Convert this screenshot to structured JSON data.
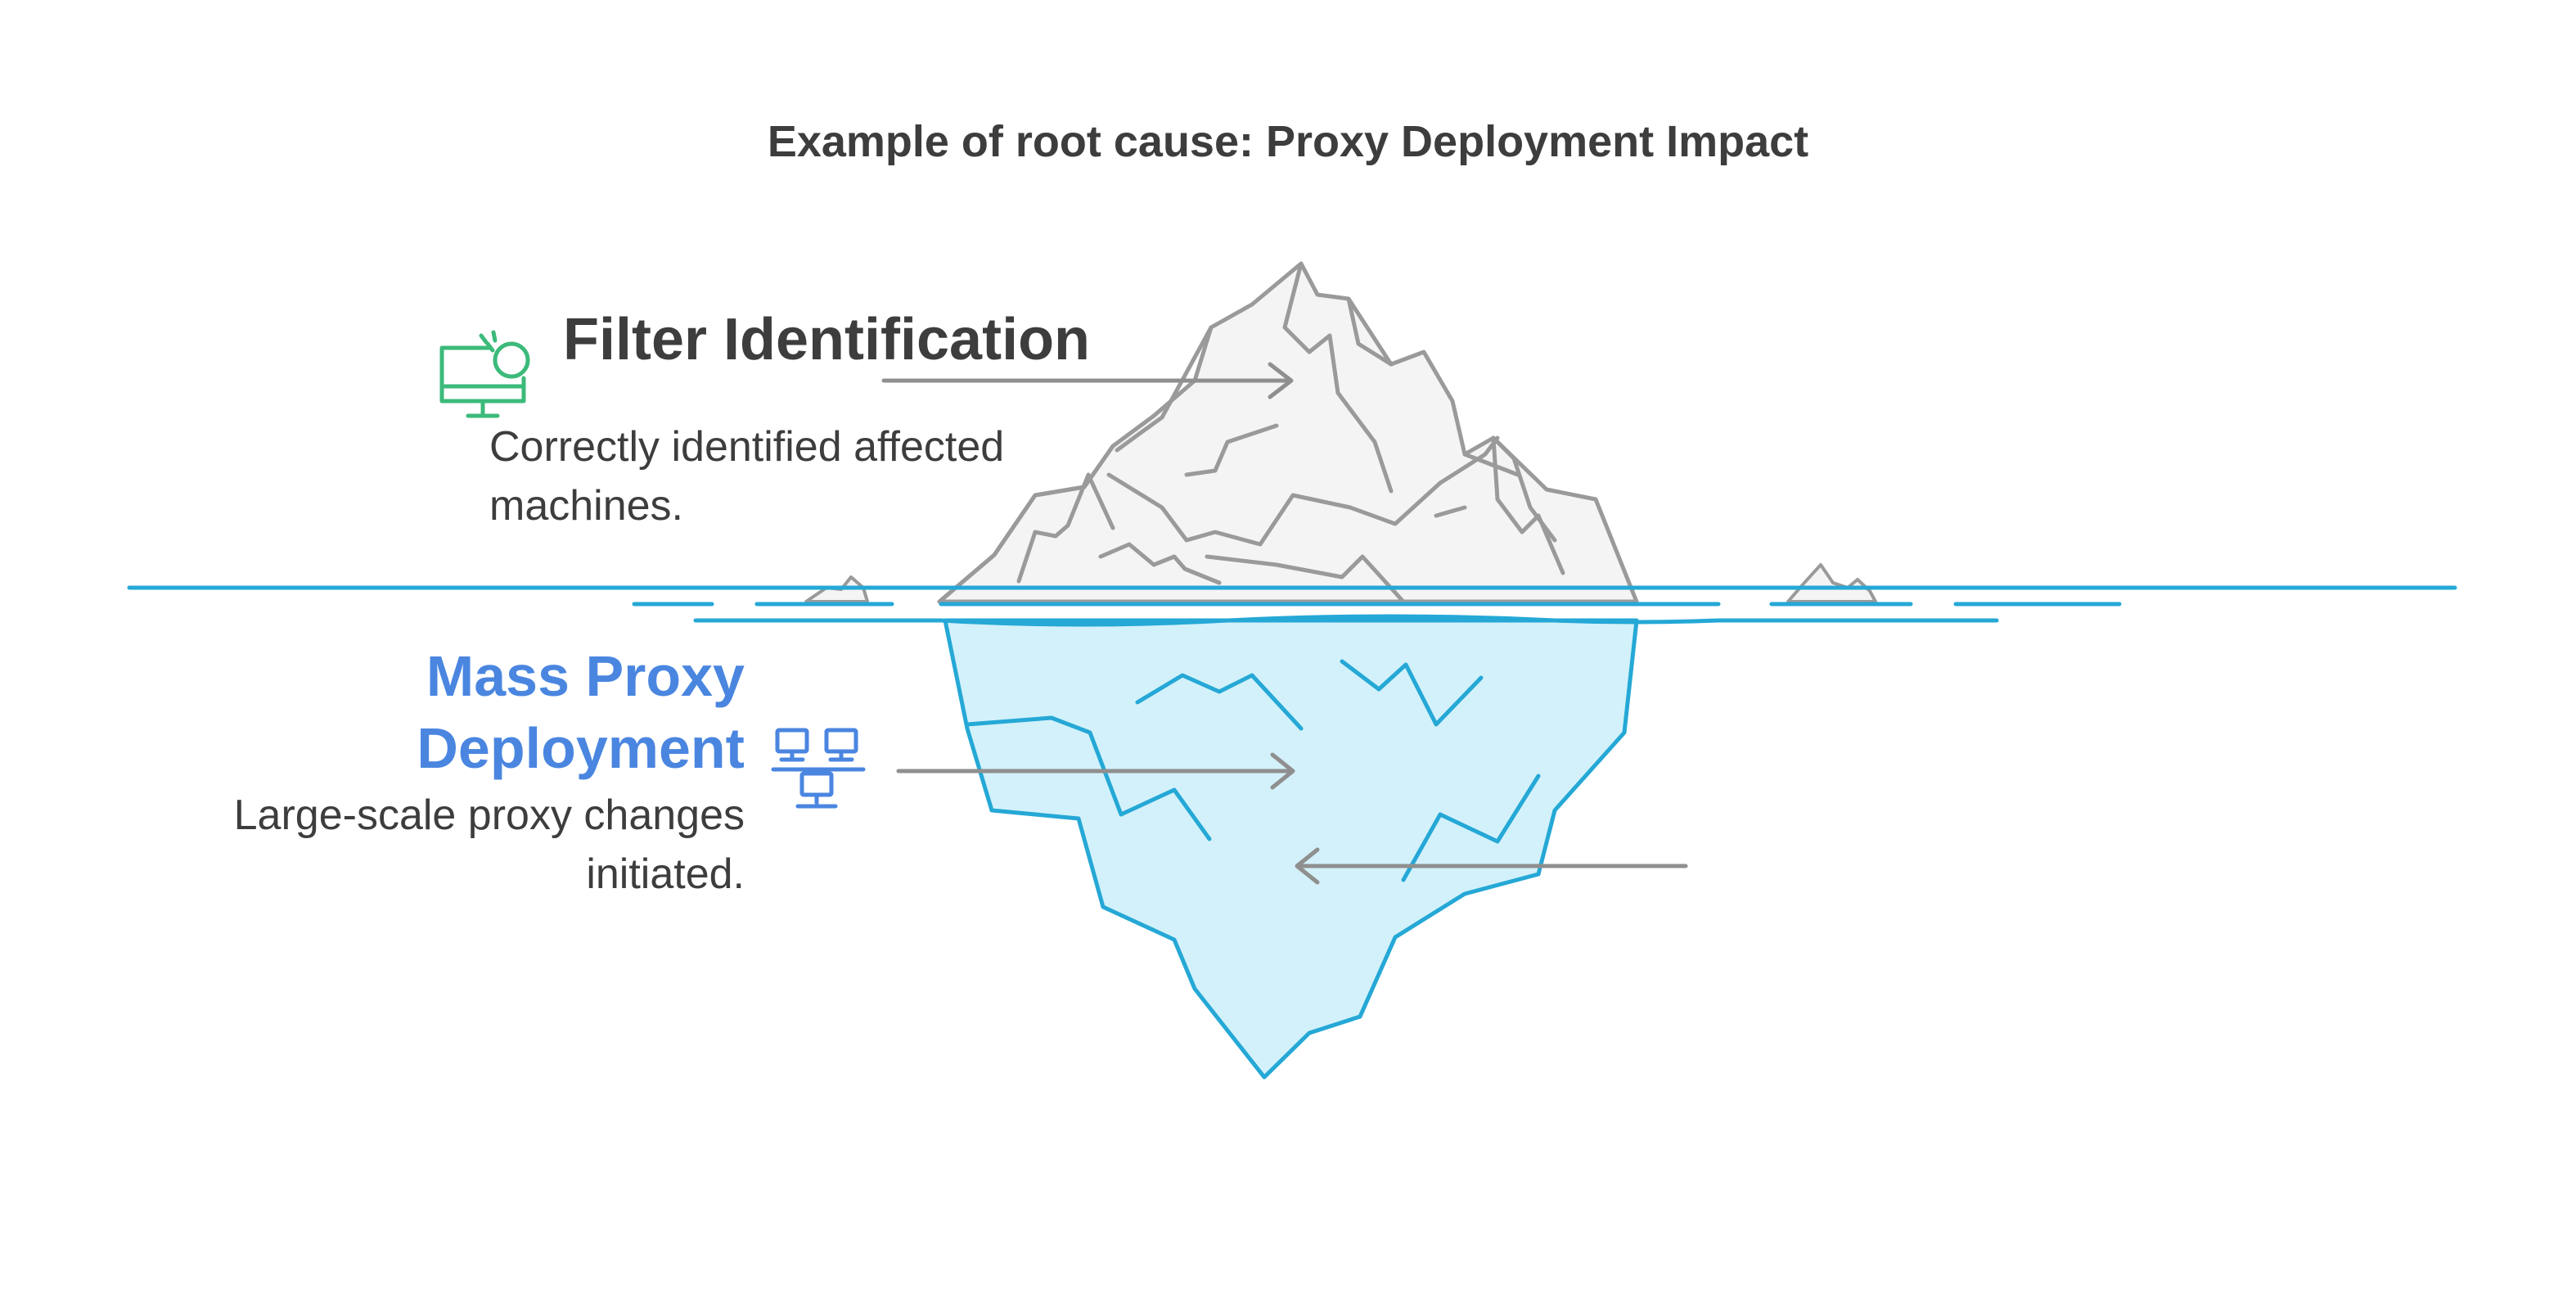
{
  "title": "Example of root cause: Proxy Deployment Impact",
  "top_item": {
    "heading": "Filter Identification",
    "description": "Correctly identified affected\nmachines.",
    "icon": "monitor-check-icon",
    "color": "#3cba7a"
  },
  "bottom_item": {
    "heading": "Mass Proxy\nDeployment",
    "description": "Large-scale proxy changes\ninitiated.",
    "icon": "network-computers-icon",
    "color": "#4a86e0"
  },
  "colors": {
    "water_line": "#25a8d6",
    "ice_above_fill": "#f4f4f4",
    "ice_above_stroke": "#9a9a9a",
    "ice_below_fill": "#d3f1fa",
    "ice_below_stroke": "#25a8d6",
    "arrow": "#8f8f8f",
    "text": "#3d3d3d"
  }
}
